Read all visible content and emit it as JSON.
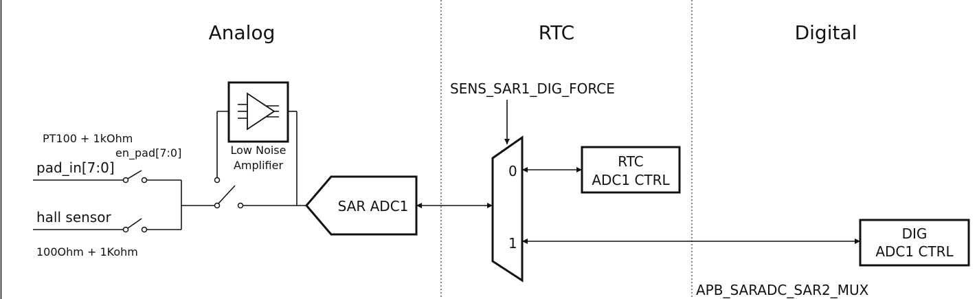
{
  "regions": {
    "analog": "Analog",
    "rtc": "RTC",
    "digital": "Digital"
  },
  "signals": {
    "sens_force": "SENS_SAR1_DIG_FORCE",
    "apb_mux": "APB_SARADC_SAR2_MUX"
  },
  "inputs": {
    "pt100": "PT100 + 1kOhm",
    "en_pad": "en_pad[7:0]",
    "pad_in": "pad_in[7:0]",
    "hall": "hall sensor",
    "ohm100": "100Ohm + 1Kohm"
  },
  "lna": {
    "line1": "Low Noise",
    "line2": "Amplifier"
  },
  "blocks": {
    "sar_adc": "SAR ADC1",
    "rtc_ctrl_line1": "RTC",
    "rtc_ctrl_line2": "ADC1 CTRL",
    "dig_ctrl_line1": "DIG",
    "dig_ctrl_line2": "ADC1 CTRL"
  },
  "mux": {
    "port0": "0",
    "port1": "1"
  }
}
